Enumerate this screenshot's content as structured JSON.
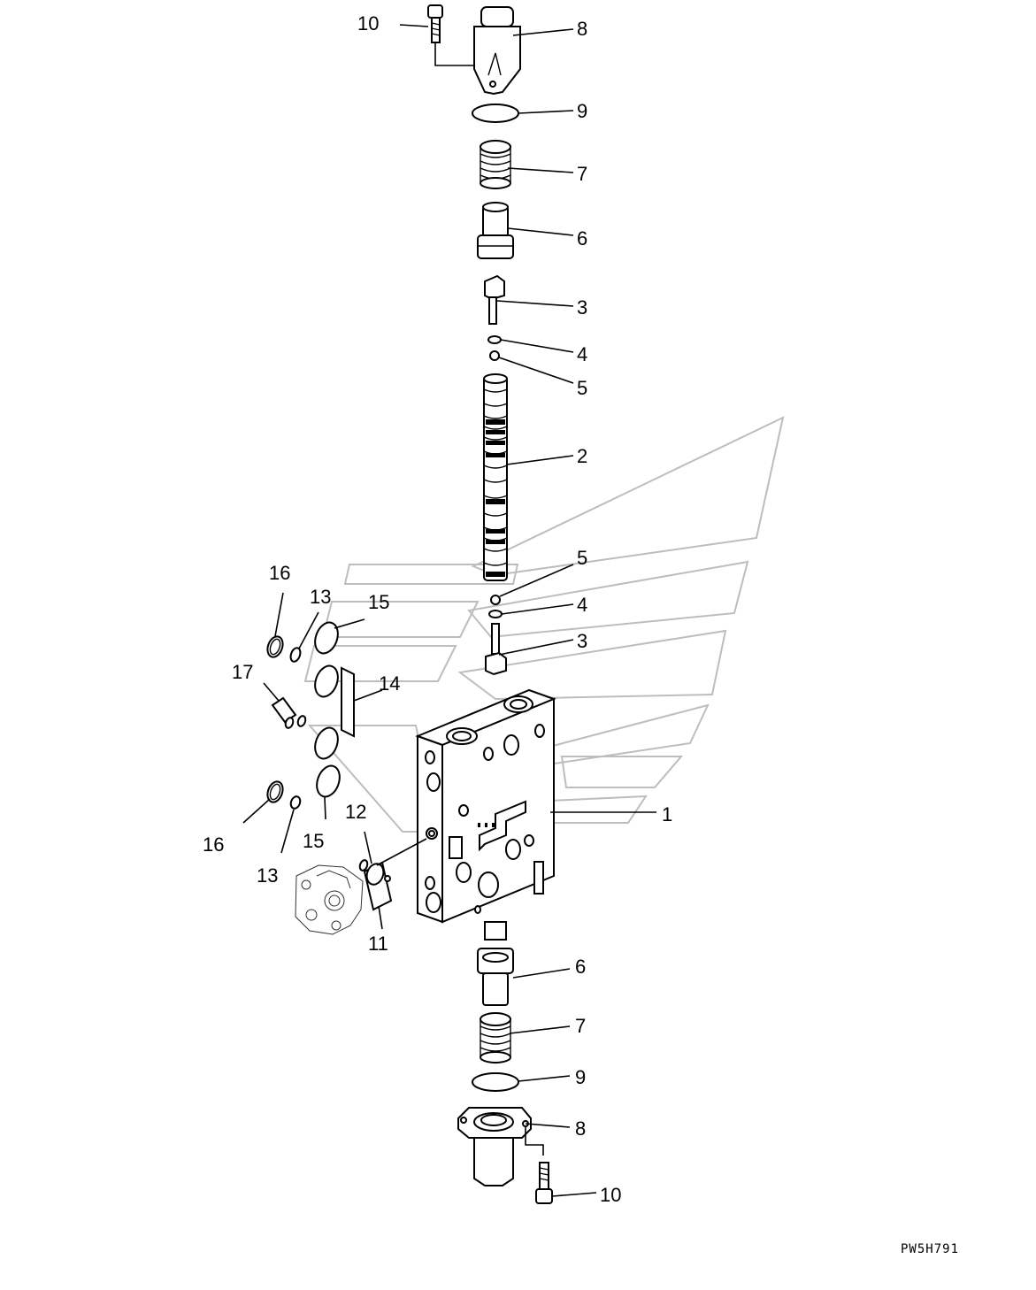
{
  "figure_code": "PW5H791",
  "callouts": {
    "c1": "1",
    "c2": "2",
    "c3_top": "3",
    "c3_bottom": "3",
    "c4_top": "4",
    "c4_bottom": "4",
    "c5_top": "5",
    "c5_bottom": "5",
    "c6_top": "6",
    "c6_bottom": "6",
    "c7_top": "7",
    "c7_bottom": "7",
    "c8_top": "8",
    "c8_bottom": "8",
    "c9_top": "9",
    "c9_bottom": "9",
    "c10_top": "10",
    "c10_bottom": "10",
    "c11": "11",
    "c12": "12",
    "c13_top": "13",
    "c13_bottom": "13",
    "c14": "14",
    "c15_top": "15",
    "c15_bottom": "15",
    "c16_top": "16",
    "c16_bottom": "16",
    "c17": "17"
  }
}
